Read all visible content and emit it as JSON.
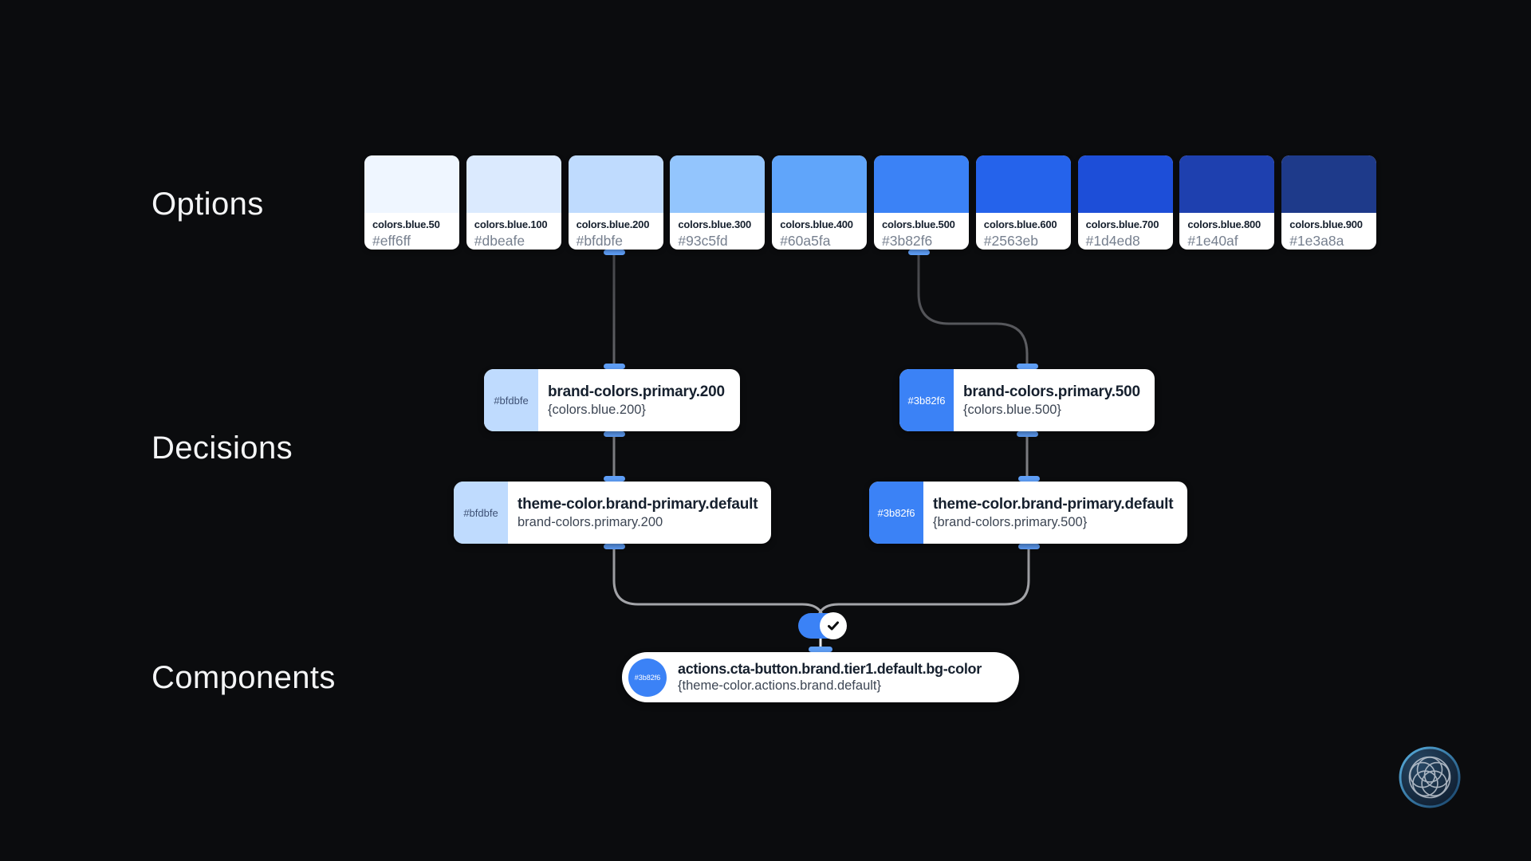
{
  "sections": {
    "options": "Options",
    "decisions": "Decisions",
    "components": "Components"
  },
  "palette": [
    {
      "name": "colors.blue.50",
      "hex": "#eff6ff"
    },
    {
      "name": "colors.blue.100",
      "hex": "#dbeafe"
    },
    {
      "name": "colors.blue.200",
      "hex": "#bfdbfe"
    },
    {
      "name": "colors.blue.300",
      "hex": "#93c5fd"
    },
    {
      "name": "colors.blue.400",
      "hex": "#60a5fa"
    },
    {
      "name": "colors.blue.500",
      "hex": "#3b82f6"
    },
    {
      "name": "colors.blue.600",
      "hex": "#2563eb"
    },
    {
      "name": "colors.blue.700",
      "hex": "#1d4ed8"
    },
    {
      "name": "colors.blue.800",
      "hex": "#1e40af"
    },
    {
      "name": "colors.blue.900",
      "hex": "#1e3a8a"
    }
  ],
  "decision_cards": [
    {
      "chip_hex": "#bfdbfe",
      "chip_light_text": false,
      "title": "brand-colors.primary.200",
      "subtitle": "{colors.blue.200}"
    },
    {
      "chip_hex": "#3b82f6",
      "chip_light_text": true,
      "title": "brand-colors.primary.500",
      "subtitle": "{colors.blue.500}"
    },
    {
      "chip_hex": "#bfdbfe",
      "chip_light_text": false,
      "title": "theme-color.brand-primary.default",
      "subtitle": "brand-colors.primary.200"
    },
    {
      "chip_hex": "#3b82f6",
      "chip_light_text": true,
      "title": "theme-color.brand-primary.default",
      "subtitle": "{brand-colors.primary.500}"
    }
  ],
  "component_card": {
    "chip_hex": "#3b82f6",
    "title": "actions.cta-button.brand.tier1.default.bg-color",
    "subtitle": "{theme-color.actions.brand.default}"
  },
  "toggle": {
    "state": "checked",
    "icon": "checkmark-icon"
  },
  "colors": {
    "background": "#0b0c0e",
    "card_background": "#ffffff",
    "accent_blue": "#3b82f6",
    "connector_tab_blue": "#5f9ff8",
    "title_text": "#16202e",
    "swatch_hex_text": "#77808f",
    "subtitle_text": "#3d4654",
    "chip_dark_text": "#3e5175"
  }
}
